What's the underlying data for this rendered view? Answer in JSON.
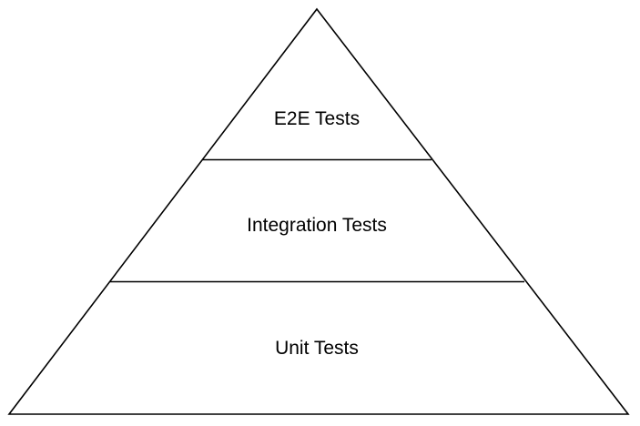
{
  "diagram": {
    "type": "pyramid",
    "layers": [
      {
        "label": "E2E Tests"
      },
      {
        "label": "Integration Tests"
      },
      {
        "label": "Unit Tests"
      }
    ],
    "colors": {
      "line": "#000000",
      "background": "#ffffff",
      "text": "#000000"
    }
  }
}
